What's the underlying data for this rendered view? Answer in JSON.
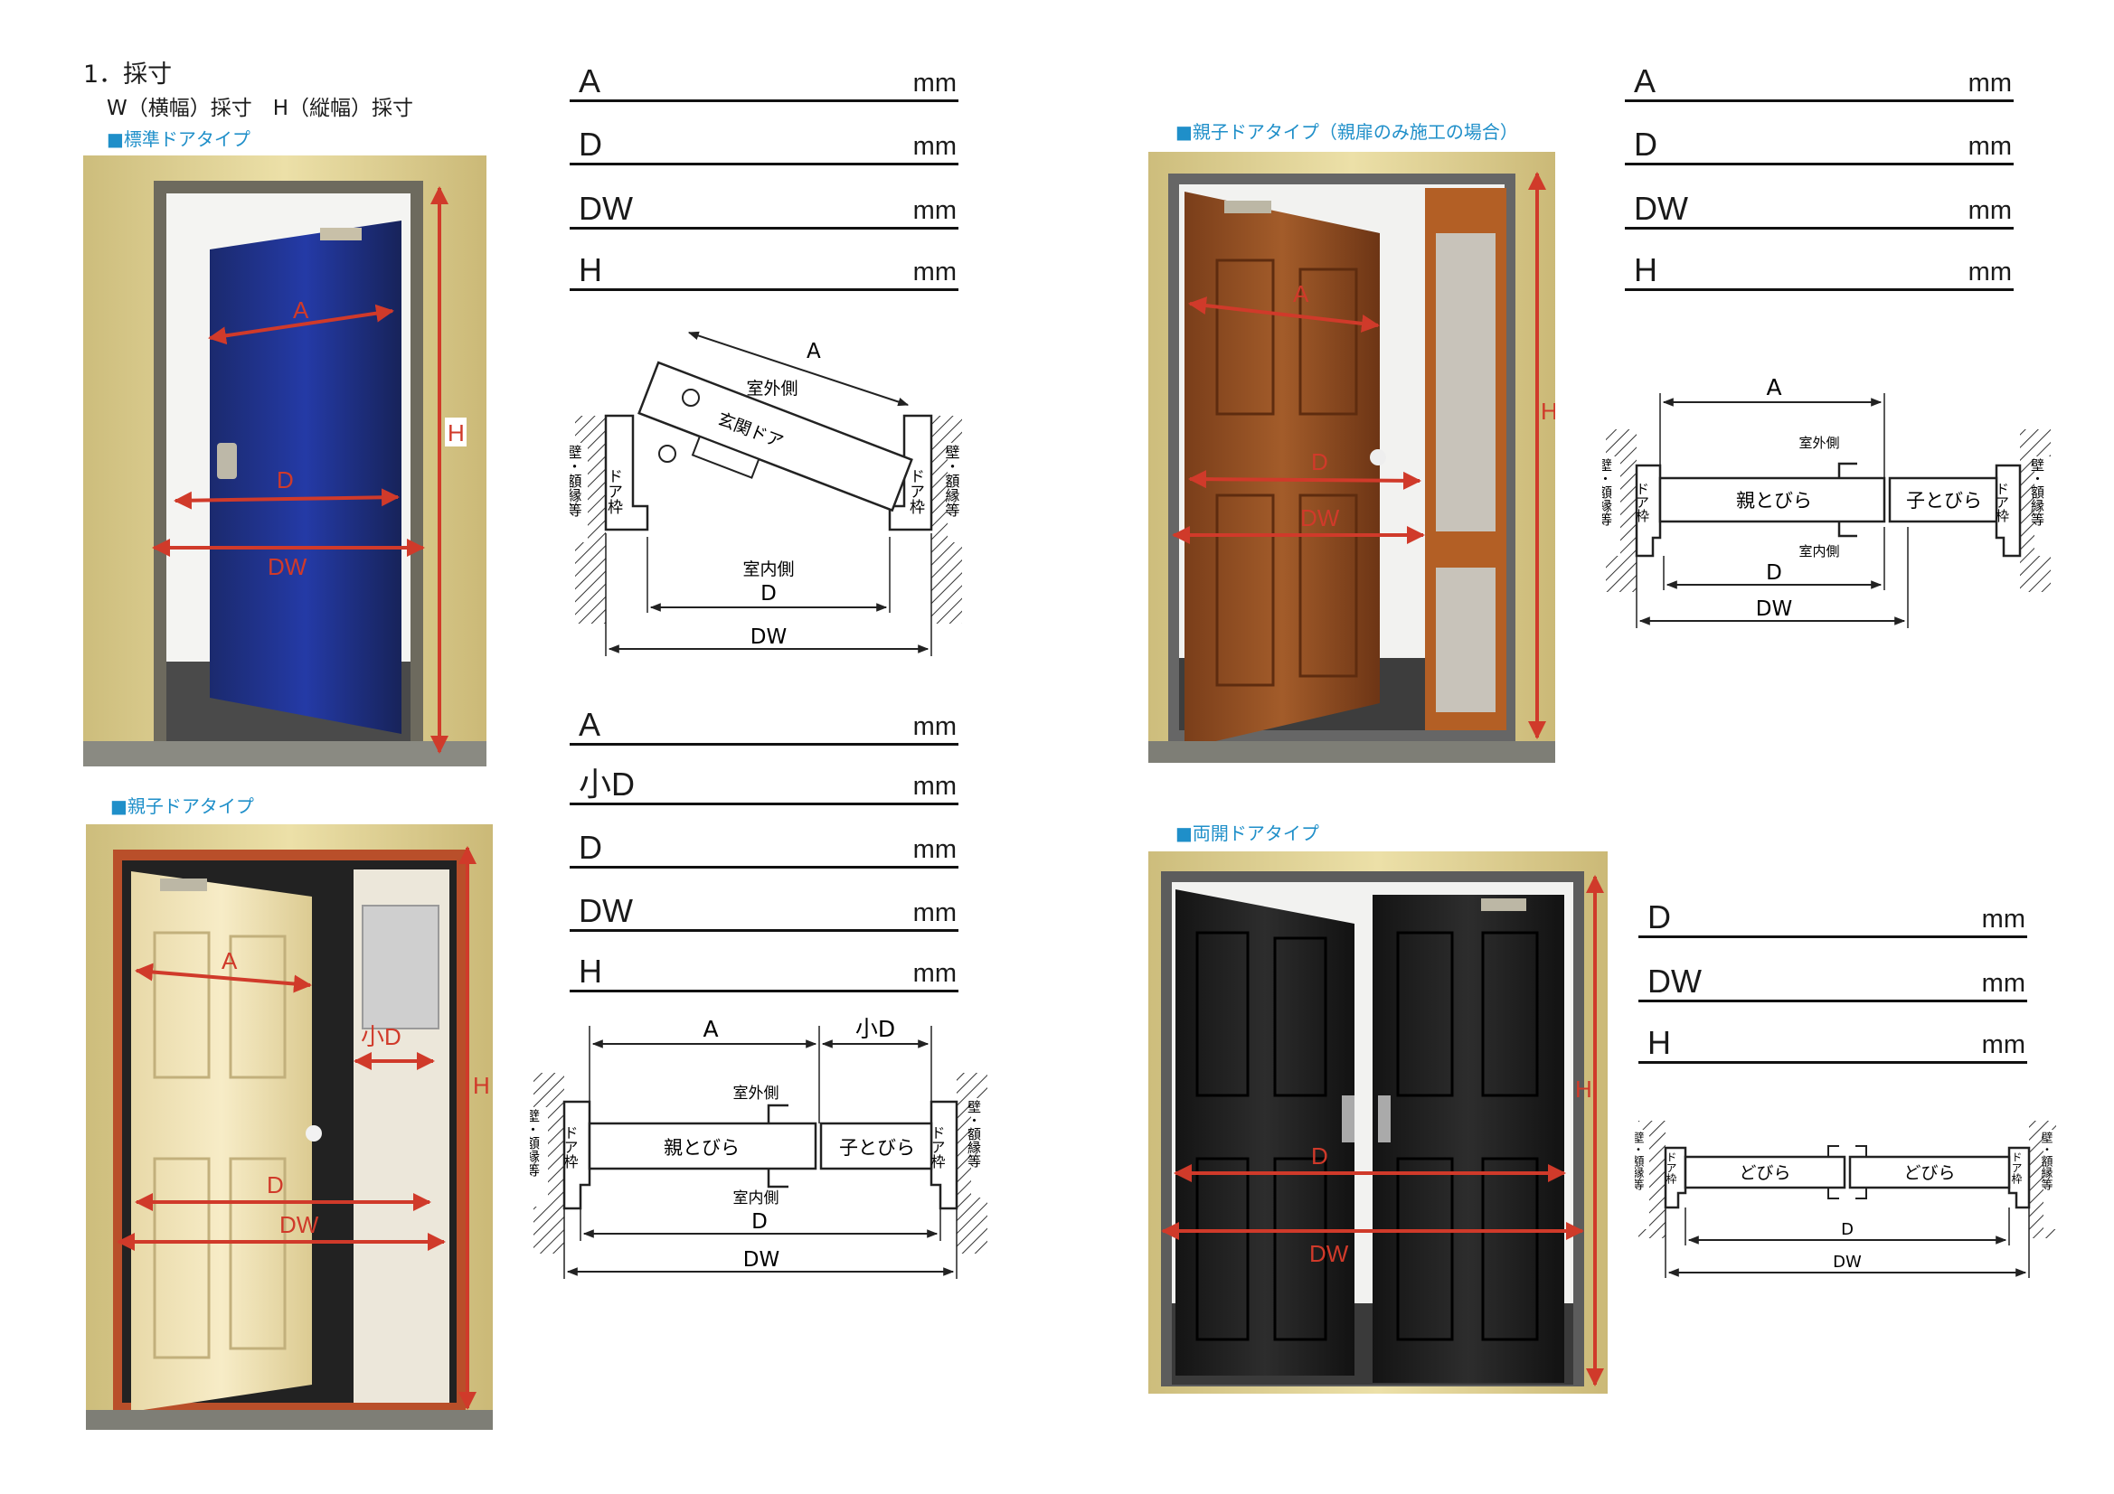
{
  "page": {
    "heading": "1．採寸",
    "subheading": "W（横幅）採寸　H（縦幅）採寸"
  },
  "colors": {
    "accent": "#1f8fc9",
    "dimension_red": "#d03a2a"
  },
  "sections": {
    "standard": {
      "title": "■標準ドアタイプ",
      "fields": [
        {
          "label": "A",
          "unit": "mm"
        },
        {
          "label": "D",
          "unit": "mm"
        },
        {
          "label": "DW",
          "unit": "mm"
        },
        {
          "label": "H",
          "unit": "mm"
        }
      ],
      "photo_labels": {
        "a": "A",
        "d": "D",
        "dw": "DW",
        "h": "H"
      },
      "diagram": {
        "a": "A",
        "d": "D",
        "dw": "DW",
        "outside": "室外側",
        "inside": "室内側",
        "door": "玄関ドア",
        "frame": "ドア枠",
        "wall": "壁・額縁等"
      }
    },
    "oyako": {
      "title": "■親子ドアタイプ",
      "fields": [
        {
          "label": "A",
          "unit": "mm"
        },
        {
          "label": "小D",
          "unit": "mm"
        },
        {
          "label": "D",
          "unit": "mm"
        },
        {
          "label": "DW",
          "unit": "mm"
        },
        {
          "label": "H",
          "unit": "mm"
        }
      ],
      "photo_labels": {
        "a": "A",
        "small_d": "小D",
        "d": "D",
        "dw": "DW",
        "h": "H"
      },
      "diagram": {
        "a": "A",
        "small_d": "小D",
        "d": "D",
        "dw": "DW",
        "outside": "室外側",
        "inside": "室内側",
        "parent_door": "親とびら",
        "child_door": "子とびら",
        "frame": "ドア枠",
        "wall": "壁・額縁等"
      }
    },
    "oyako_parent_only": {
      "title": "■親子ドアタイプ（親扉のみ施工の場合）",
      "fields": [
        {
          "label": "A",
          "unit": "mm"
        },
        {
          "label": "D",
          "unit": "mm"
        },
        {
          "label": "DW",
          "unit": "mm"
        },
        {
          "label": "H",
          "unit": "mm"
        }
      ],
      "photo_labels": {
        "a": "A",
        "d": "D",
        "dw": "DW",
        "h": "H"
      },
      "diagram": {
        "a": "A",
        "d": "D",
        "dw": "DW",
        "outside": "室外側",
        "inside": "室内側",
        "parent_door": "親とびら",
        "child_door": "子とびら",
        "frame": "ドア枠",
        "wall": "壁・額縁等"
      }
    },
    "ryobiraki": {
      "title": "■両開ドアタイプ",
      "fields": [
        {
          "label": "D",
          "unit": "mm"
        },
        {
          "label": "DW",
          "unit": "mm"
        },
        {
          "label": "H",
          "unit": "mm"
        }
      ],
      "photo_labels": {
        "d": "D",
        "dw": "DW",
        "h": "H"
      },
      "diagram": {
        "d": "D",
        "dw": "DW",
        "door_left": "どびら",
        "door_right": "どびら",
        "frame": "ドア枠",
        "wall": "壁・額縁等"
      }
    }
  }
}
